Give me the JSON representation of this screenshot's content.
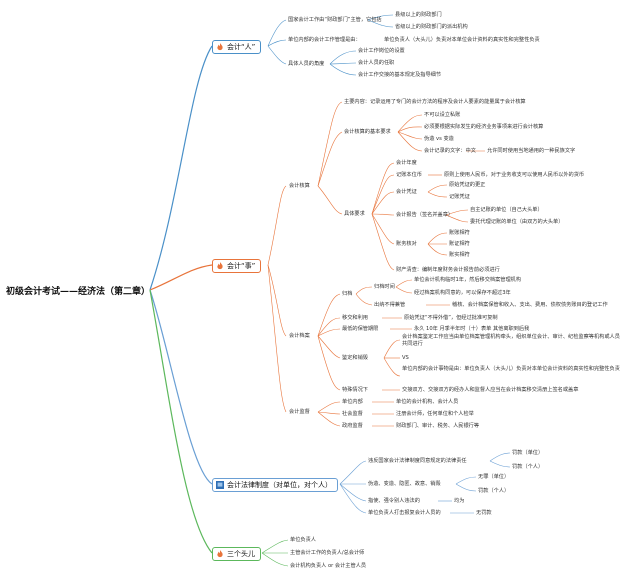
{
  "root": "初级会计考试——经济法（第二章）",
  "colors": {
    "b1": "#4a90c8",
    "b2": "#e8743b",
    "b3": "#2f6fb5",
    "b4": "#5cb85c"
  },
  "icons": {
    "b1": "flame-icon",
    "b2": "flame-icon",
    "b3": "flag-icon",
    "b4": "flame-icon"
  },
  "b1": {
    "label": "会计“人”",
    "n1": "国家会计工作由“财政部门”主管，它包括",
    "n1a": "县级以上的财政部门",
    "n1b": "省级以上的财政部门的派出机构",
    "n2": "单位内部的会计工作管理是由：",
    "n2a": "单位负责人（大头儿）负责对本单位会计资料的真实性和完整性负责",
    "n3": "具体人员的角度",
    "n3a": "会计工作岗位的设置",
    "n3b": "会计人员的任职",
    "n3c": "会计工作交接的基本规定及指导细节"
  },
  "b2": {
    "label": "会计“事”",
    "acct": {
      "label": "会计核算",
      "main": "主要内容：记录运用了专门的会计方法的程序及会计人要素的能量属于会计核算",
      "basic": "会计核算的基本要求",
      "basic1": "不可以设立私账",
      "basic2": "必须要根据实际发生的经济业务事项来进行会计核算",
      "basic3": "伪造 vs 变造",
      "basic4": "会计记录的文字：中文",
      "basic4a": "允许同时使用当地通用的一种民族文字",
      "spec": "具体要求",
      "year": "会计年度",
      "cur": "记账本位币",
      "cura": "原则上使用人民币，对于业务收支可以使用人民币以外的货币",
      "voucher": "会计凭证",
      "v1": "原始凭证的更正",
      "v2": "记账凭证",
      "report": "会计报告（签名并盖章）",
      "r1": "自主记账的单位（自己大头单）",
      "r2": "委托代理记账的单位（由双方的大头单）",
      "check": "账务核对",
      "c1": "账账相符",
      "c2": "账证相符",
      "c3": "账实相符",
      "prop": "财产清查：编制年度财务会计报告前必须进行"
    },
    "file": {
      "label": "会计档案",
      "arch": "归档",
      "arch1": "归档时间",
      "arch1a": "单位会计机构临时1年，然后移交档案管理机构",
      "arch1b": "经过档案机构同意的，可以保存不超过3年",
      "arch2": "出纳不得兼管",
      "arch2a": "稽核、会计档案保管和收入、支出、费用、债权债务账目的登记工作",
      "move": "移交和利用",
      "movea": "原始凭证“不得外借”，但经过批准可复制",
      "min": "最低的保管期限",
      "mina": "永久 10年 月季半年时（十）表单 其他离职到后我",
      "des": "鉴定和销毁",
      "desa": "会计档案鉴定工作应当由单位档案管理机构牵头，组织单位会计、审计、纪检监察等机构或人员共同进行",
      "vs": "VS",
      "desb": "单位内部的会计事物是由：单位负责人（大头儿）负责对本单位会计资料的真实性和完整性负责",
      "special": "特殊情况下",
      "speciala": "交接双方、交接双方的经办人和监督人应当在会计档案移交清册上签名或盖章"
    },
    "sup": {
      "label": "会计监督",
      "s1": "单位内部",
      "s1a": "单位的会计机构、会计人员",
      "s2": "社会监督",
      "s2a": "注册会计师，任何单位和个人检举",
      "s3": "政府监督",
      "s3a": "财政部门、审计、税务、人民银行等"
    }
  },
  "b3": {
    "label": "会计法律制度（对单位，对个人）",
    "n1": "违反国家会计法律制度同意规定的法律责任",
    "n1a": "罚款（单位）",
    "n1b": "罚款（个人）",
    "n2": "伪造、变造、隐匿、故意、销毁",
    "n2a": "无罪（单位）",
    "n2b": "罚款（个人）",
    "n3": "指使、强令别人违法的",
    "n3a": "均为",
    "n4": "单位负责人打击报复会计人员的",
    "n4a": "无罚款"
  },
  "b4": {
    "label": "三个头儿",
    "n1": "单位负责人",
    "n2": "主管会计工作的负责人/总会计师",
    "n3": "会计机构负责人 or 会计主管人员"
  }
}
